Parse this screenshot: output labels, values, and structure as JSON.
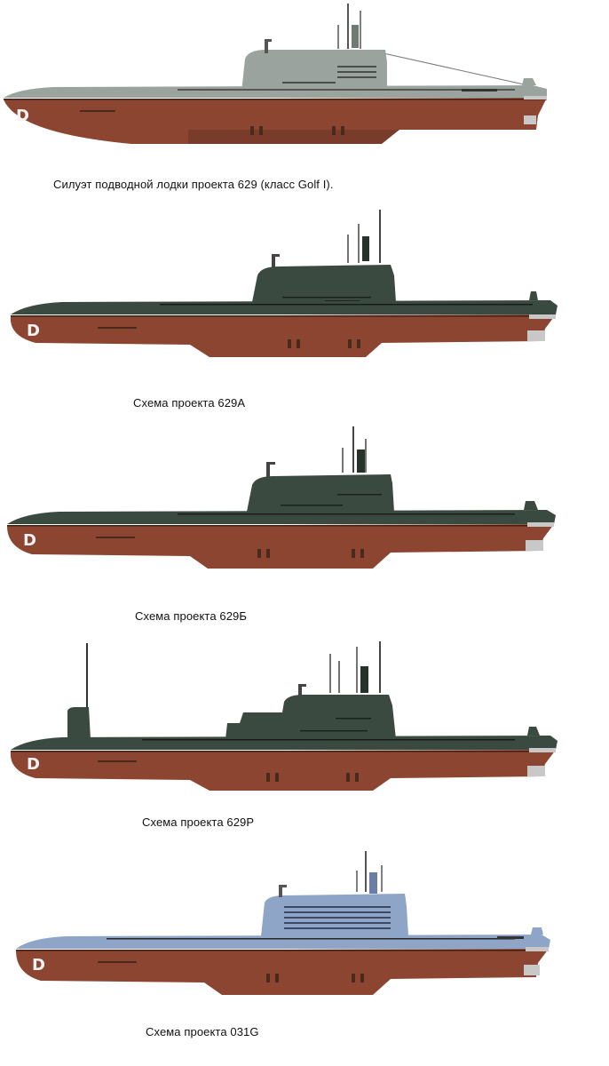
{
  "colors": {
    "hull_red": "#8b4530",
    "hull_red_dark": "#6e3422",
    "deck_line": "#4a2a1c",
    "dark_gray_trim": "#333333",
    "light_gray": "#c8c8c8",
    "white_mark": "#f2f2f2"
  },
  "submarines": [
    {
      "id": "629",
      "caption": "Силуэт подводной лодки проекта 629 (класс Golf I).",
      "upper_color": "#9aa39d",
      "upper_dark": "#6f7a73"
    },
    {
      "id": "629A",
      "caption": "Схема проекта 629А",
      "upper_color": "#3b4a40",
      "upper_dark": "#27322b"
    },
    {
      "id": "629B",
      "caption": "Схема проекта 629Б",
      "upper_color": "#3b4a40",
      "upper_dark": "#27322b"
    },
    {
      "id": "629R",
      "caption": "Схема проекта 629Р",
      "upper_color": "#3b4a40",
      "upper_dark": "#27322b"
    },
    {
      "id": "031G",
      "caption": "Схема проекта 031G",
      "upper_color": "#8fa5c8",
      "upper_dark": "#6a7fa3"
    }
  ]
}
